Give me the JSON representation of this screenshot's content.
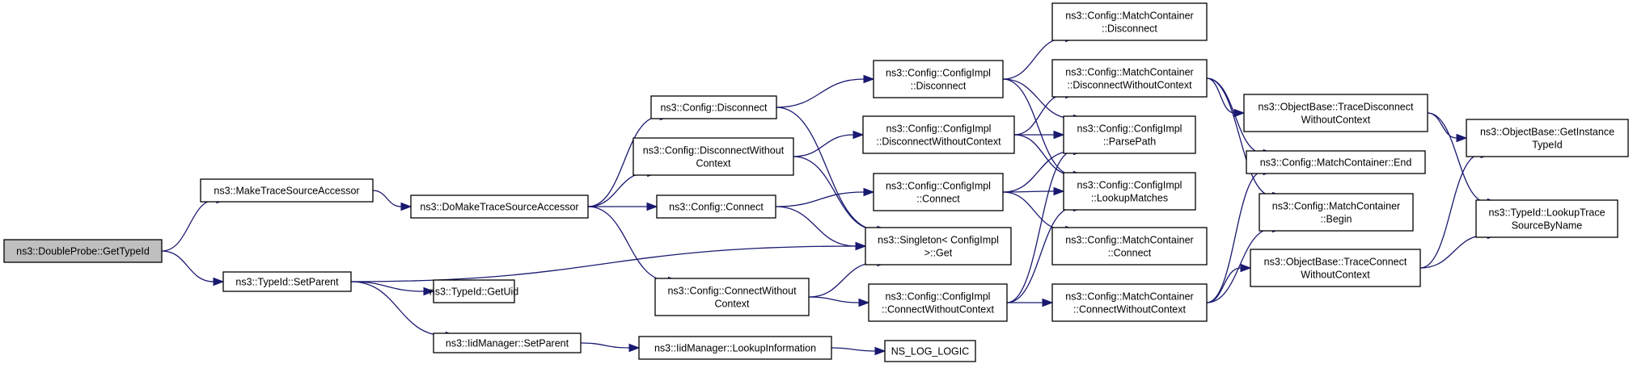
{
  "title": "Call graph for ns3::DoubleProbe::GetTypeId",
  "colors": {
    "edge": "#191970",
    "root_fill": "#bfbfbf",
    "node_fill": "#ffffff",
    "border": "#000000"
  },
  "nodes": [
    {
      "id": "n0",
      "lines": [
        "ns3::DoubleProbe::GetTypeId"
      ],
      "root": true
    },
    {
      "id": "n1",
      "lines": [
        "ns3::MakeTraceSourceAccessor"
      ]
    },
    {
      "id": "n2",
      "lines": [
        "ns3::TypeId::SetParent"
      ]
    },
    {
      "id": "n3",
      "lines": [
        "ns3::DoMakeTraceSourceAccessor"
      ]
    },
    {
      "id": "n4",
      "lines": [
        "ns3::Config::Disconnect"
      ]
    },
    {
      "id": "n5",
      "lines": [
        "ns3::Config::DisconnectWithout",
        "Context"
      ]
    },
    {
      "id": "n6",
      "lines": [
        "ns3::Config::Connect"
      ]
    },
    {
      "id": "n7",
      "lines": [
        "ns3::Config::ConnectWithout",
        "Context"
      ]
    },
    {
      "id": "n8",
      "lines": [
        "ns3::TypeId::GetUid"
      ]
    },
    {
      "id": "n9",
      "lines": [
        "ns3::IidManager::SetParent"
      ]
    },
    {
      "id": "n10",
      "lines": [
        "ns3::IidManager::LookupInformation"
      ]
    },
    {
      "id": "n11",
      "lines": [
        "NS_LOG_LOGIC"
      ]
    },
    {
      "id": "n12",
      "lines": [
        "ns3::Config::ConfigImpl",
        "::Disconnect"
      ]
    },
    {
      "id": "n13",
      "lines": [
        "ns3::Config::ConfigImpl",
        "::DisconnectWithoutContext"
      ]
    },
    {
      "id": "n14",
      "lines": [
        "ns3::Config::ConfigImpl",
        "::Connect"
      ]
    },
    {
      "id": "n15",
      "lines": [
        "ns3::Singleton< ConfigImpl",
        ">::Get"
      ]
    },
    {
      "id": "n16",
      "lines": [
        "ns3::Config::ConfigImpl",
        "::ConnectWithoutContext"
      ]
    },
    {
      "id": "n17",
      "lines": [
        "ns3::Config::MatchContainer",
        "::Disconnect"
      ]
    },
    {
      "id": "n18",
      "lines": [
        "ns3::Config::MatchContainer",
        "::DisconnectWithoutContext"
      ]
    },
    {
      "id": "n19",
      "lines": [
        "ns3::Config::ConfigImpl",
        "::ParsePath"
      ]
    },
    {
      "id": "n20",
      "lines": [
        "ns3::Config::ConfigImpl",
        "::LookupMatches"
      ]
    },
    {
      "id": "n21",
      "lines": [
        "ns3::Config::MatchContainer",
        "::Connect"
      ]
    },
    {
      "id": "n22",
      "lines": [
        "ns3::Config::MatchContainer",
        "::ConnectWithoutContext"
      ]
    },
    {
      "id": "n23",
      "lines": [
        "ns3::ObjectBase::TraceDisconnect",
        "WithoutContext"
      ]
    },
    {
      "id": "n24",
      "lines": [
        "ns3::Config::MatchContainer::End"
      ]
    },
    {
      "id": "n25",
      "lines": [
        "ns3::Config::MatchContainer",
        "::Begin"
      ]
    },
    {
      "id": "n26",
      "lines": [
        "ns3::ObjectBase::TraceConnect",
        "WithoutContext"
      ]
    },
    {
      "id": "n27",
      "lines": [
        "ns3::ObjectBase::GetInstance",
        "TypeId"
      ]
    },
    {
      "id": "n28",
      "lines": [
        "ns3::TypeId::LookupTrace",
        "SourceByName"
      ]
    }
  ],
  "edges": [
    [
      "n0",
      "n1"
    ],
    [
      "n0",
      "n2"
    ],
    [
      "n1",
      "n3"
    ],
    [
      "n2",
      "n15"
    ],
    [
      "n2",
      "n8"
    ],
    [
      "n2",
      "n9"
    ],
    [
      "n3",
      "n4"
    ],
    [
      "n3",
      "n5"
    ],
    [
      "n3",
      "n6"
    ],
    [
      "n3",
      "n7"
    ],
    [
      "n4",
      "n12"
    ],
    [
      "n4",
      "n15"
    ],
    [
      "n5",
      "n13"
    ],
    [
      "n5",
      "n15"
    ],
    [
      "n6",
      "n14"
    ],
    [
      "n6",
      "n15"
    ],
    [
      "n7",
      "n15"
    ],
    [
      "n7",
      "n16"
    ],
    [
      "n9",
      "n10"
    ],
    [
      "n10",
      "n11"
    ],
    [
      "n12",
      "n17"
    ],
    [
      "n12",
      "n19"
    ],
    [
      "n12",
      "n20"
    ],
    [
      "n13",
      "n18"
    ],
    [
      "n13",
      "n19"
    ],
    [
      "n13",
      "n20"
    ],
    [
      "n14",
      "n19"
    ],
    [
      "n14",
      "n20"
    ],
    [
      "n14",
      "n21"
    ],
    [
      "n16",
      "n19"
    ],
    [
      "n16",
      "n20"
    ],
    [
      "n16",
      "n22"
    ],
    [
      "n18",
      "n23"
    ],
    [
      "n18",
      "n24"
    ],
    [
      "n18",
      "n25"
    ],
    [
      "n22",
      "n24"
    ],
    [
      "n22",
      "n25"
    ],
    [
      "n22",
      "n26"
    ],
    [
      "n23",
      "n27"
    ],
    [
      "n23",
      "n28"
    ],
    [
      "n26",
      "n27"
    ],
    [
      "n26",
      "n28"
    ]
  ]
}
